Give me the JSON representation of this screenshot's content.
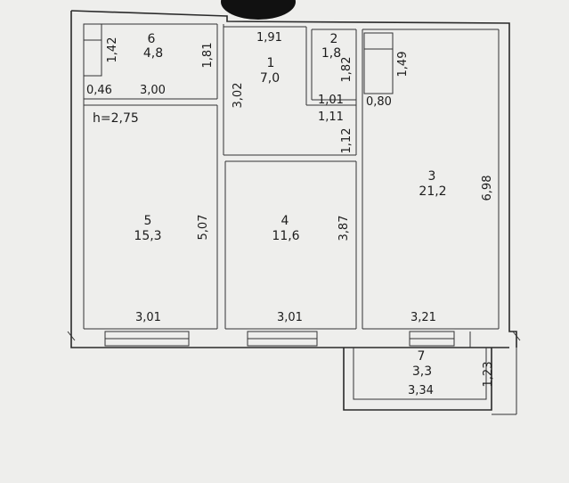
{
  "ceiling_height": "h=2,75",
  "rooms": [
    {
      "id": "1",
      "number": "1",
      "area": "7,0"
    },
    {
      "id": "2",
      "number": "2",
      "area": "1,8"
    },
    {
      "id": "3",
      "number": "3",
      "area": "21,2"
    },
    {
      "id": "4",
      "number": "4",
      "area": "11,6"
    },
    {
      "id": "5",
      "number": "5",
      "area": "15,3"
    },
    {
      "id": "6",
      "number": "6",
      "area": "4,8"
    },
    {
      "id": "7",
      "number": "7",
      "area": "3,3"
    }
  ],
  "dimensions": {
    "r6_height": "1,42",
    "r6_right": "1,81",
    "r6_niche_width": "0,46",
    "r6_width": "3,00",
    "r1_top": "1,91",
    "r1_left": "3,02",
    "r2_right": "1,82",
    "r2_bottom": "1,01",
    "corridor_width": "1,11",
    "corridor_height": "1,12",
    "r3_niche_height": "1,49",
    "r3_niche_width": "0,80",
    "r3_height": "6,98",
    "r3_width": "3,21",
    "r5_height": "5,07",
    "r5_width": "3,01",
    "r4_height": "3,87",
    "r4_width": "3,01",
    "r7_height": "1,23",
    "r7_width": "3,34"
  }
}
